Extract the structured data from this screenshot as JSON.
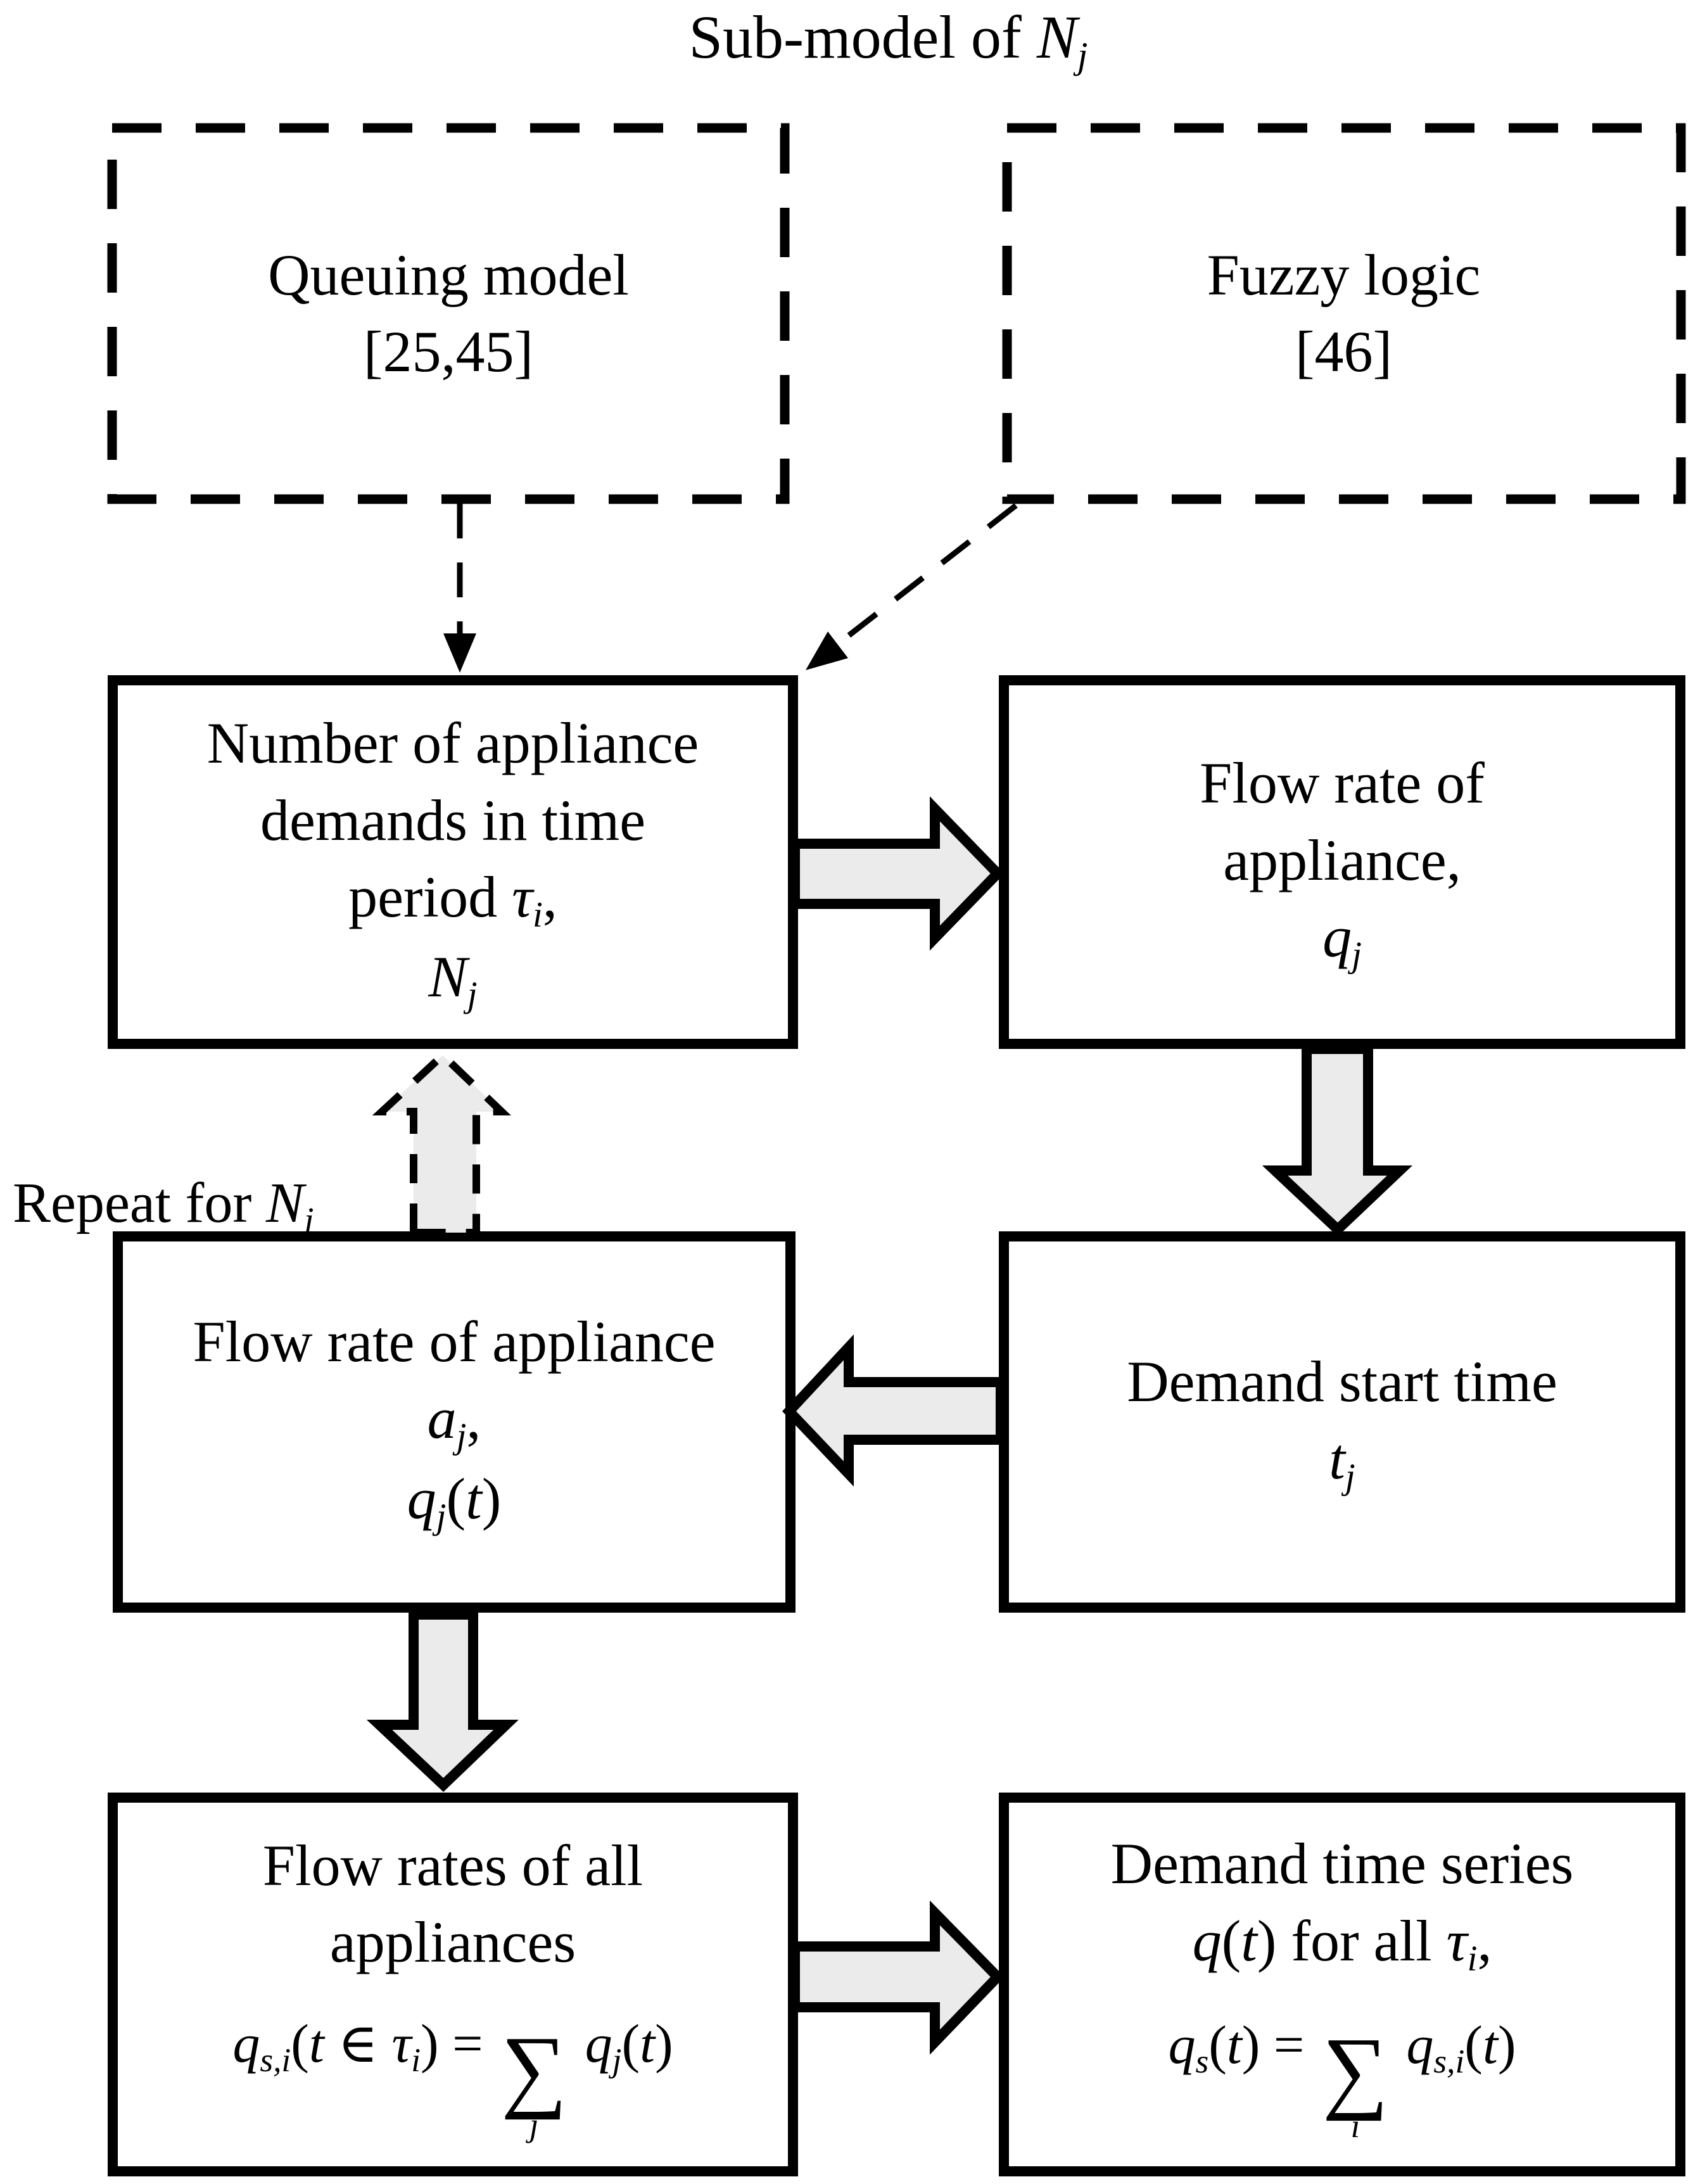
{
  "colors": {
    "background": "#ffffff",
    "line": "#000000",
    "arrow_fill": "#ebebeb"
  },
  "title": {
    "segments": [
      {
        "t": "Sub-model of "
      },
      {
        "t": "N",
        "it": true
      },
      {
        "t": "j",
        "it": true,
        "sub": true
      }
    ]
  },
  "boxes": {
    "queuing": {
      "style": "dashed",
      "lines": [
        [
          {
            "t": "Queuing model"
          }
        ],
        [
          {
            "t": "[25,45]"
          }
        ]
      ]
    },
    "fuzzy": {
      "style": "dashed",
      "lines": [
        [
          {
            "t": "Fuzzy logic"
          }
        ],
        [
          {
            "t": "[46]"
          }
        ]
      ]
    },
    "demand_count": {
      "style": "solid",
      "lines": [
        [
          {
            "t": "Number of appliance"
          }
        ],
        [
          {
            "t": "demands in time"
          }
        ],
        [
          {
            "t": "period "
          },
          {
            "t": "τ",
            "it": true
          },
          {
            "t": "i",
            "it": true,
            "sub": true
          },
          {
            "t": ","
          }
        ],
        [
          {
            "t": "N",
            "it": true
          },
          {
            "t": "j",
            "it": true,
            "sub": true
          }
        ]
      ]
    },
    "flow_rate": {
      "style": "solid",
      "lines": [
        [
          {
            "t": "Flow rate of"
          }
        ],
        [
          {
            "t": "appliance,"
          }
        ],
        [
          {
            "t": "q",
            "it": true
          },
          {
            "t": "j",
            "it": true,
            "sub": true
          }
        ]
      ]
    },
    "appliance_flow_rate": {
      "style": "solid",
      "lines": [
        [
          {
            "t": "Flow rate of appliance"
          }
        ],
        [
          {
            "t": "a",
            "it": true
          },
          {
            "t": "j",
            "it": true,
            "sub": true
          },
          {
            "t": ","
          }
        ],
        [
          {
            "t": "q",
            "it": true
          },
          {
            "t": "j",
            "it": true,
            "sub": true
          },
          {
            "t": "("
          },
          {
            "t": "t",
            "it": true
          },
          {
            "t": ")"
          }
        ]
      ]
    },
    "demand_start_time": {
      "style": "solid",
      "lines": [
        [
          {
            "t": "Demand start time"
          }
        ],
        [
          {
            "t": "t",
            "it": true
          },
          {
            "t": "j",
            "it": true,
            "sub": true
          }
        ]
      ]
    },
    "all_flow_rates": {
      "style": "solid",
      "lines": [
        [
          {
            "t": "Flow rates of all"
          }
        ],
        [
          {
            "t": "appliances"
          }
        ]
      ],
      "equation": [
        {
          "t": "q",
          "it": true
        },
        {
          "t": "s,i",
          "it": true,
          "sub": true
        },
        {
          "t": "("
        },
        {
          "t": "t",
          "it": true
        },
        {
          "t": " ∈ "
        },
        {
          "t": "τ",
          "it": true
        },
        {
          "t": "i",
          "it": true,
          "sub": true
        },
        {
          "t": ") = "
        },
        {
          "t": "∑",
          "under": "j"
        },
        {
          "t": " "
        },
        {
          "t": "q",
          "it": true
        },
        {
          "t": "j",
          "it": true,
          "sub": true
        },
        {
          "t": "("
        },
        {
          "t": "t",
          "it": true
        },
        {
          "t": ")"
        }
      ]
    },
    "demand_time_series": {
      "style": "solid",
      "lines": [
        [
          {
            "t": "Demand time series"
          }
        ],
        [
          {
            "t": "q",
            "it": true
          },
          {
            "t": "("
          },
          {
            "t": "t",
            "it": true
          },
          {
            "t": ") for all "
          },
          {
            "t": "τ",
            "it": true
          },
          {
            "t": "i",
            "it": true,
            "sub": true
          },
          {
            "t": ","
          }
        ]
      ],
      "equation": [
        {
          "t": "q",
          "it": true
        },
        {
          "t": "s",
          "it": true,
          "sub": true
        },
        {
          "t": "("
        },
        {
          "t": "t",
          "it": true
        },
        {
          "t": ") = "
        },
        {
          "t": "∑",
          "under": "i"
        },
        {
          "t": " "
        },
        {
          "t": "q",
          "it": true
        },
        {
          "t": "s,i",
          "it": true,
          "sub": true
        },
        {
          "t": "("
        },
        {
          "t": "t",
          "it": true
        },
        {
          "t": ")"
        }
      ]
    }
  },
  "repeat_label": {
    "segments": [
      {
        "t": "Repeat for "
      },
      {
        "t": "N",
        "it": true
      },
      {
        "t": "j",
        "it": true,
        "sub": true
      }
    ]
  },
  "arrows": [
    {
      "name": "queuing-to-demand-count-arrow",
      "style": "thin-dashed-down"
    },
    {
      "name": "fuzzy-to-demand-count-arrow",
      "style": "thin-dashed-diagonal"
    },
    {
      "name": "demand-count-to-flow-rate-arrow",
      "style": "block-right"
    },
    {
      "name": "flow-rate-to-start-time-arrow",
      "style": "block-down"
    },
    {
      "name": "start-time-to-appliance-flow-rate-arrow",
      "style": "block-left"
    },
    {
      "name": "repeat-for-nj-arrow",
      "style": "block-dashed-up"
    },
    {
      "name": "appliance-flow-rate-to-all-flow-rates-arrow",
      "style": "block-down"
    },
    {
      "name": "all-flow-rates-to-demand-series-arrow",
      "style": "block-right"
    }
  ]
}
